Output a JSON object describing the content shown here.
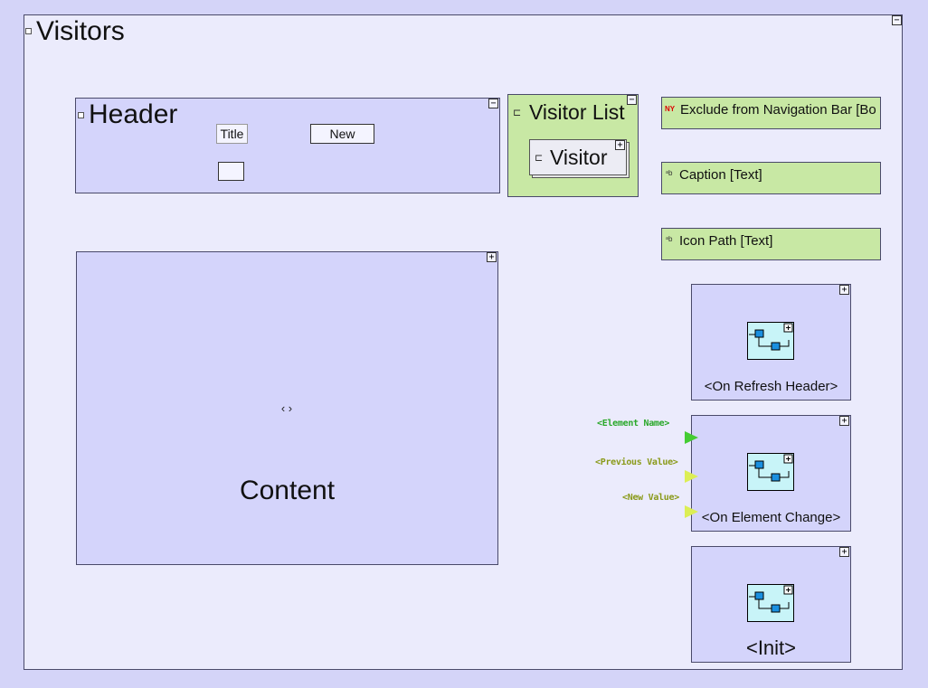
{
  "visitors": {
    "title": "Visitors",
    "collapse": "−"
  },
  "header": {
    "title": "Header",
    "collapse": "−",
    "title_button": "Title",
    "new_button": "New"
  },
  "visitor_list": {
    "title": "Visitor List",
    "collapse": "−",
    "item": {
      "title": "Visitor",
      "expand": "+"
    }
  },
  "attributes": [
    {
      "label": "Exclude from Navigation Bar [Bo",
      "icon": "NY"
    },
    {
      "label": "Caption [Text]",
      "icon": "ᵃb"
    },
    {
      "label": "Icon Path [Text]",
      "icon": "ᵃb"
    }
  ],
  "content": {
    "label": "Content",
    "placeholder": "‹ ›",
    "expand": "+"
  },
  "actions": [
    {
      "label": "<On Refresh Header>",
      "expand": "+",
      "icon": "flowchart-icon"
    },
    {
      "label": "<On Element Change>",
      "expand": "+",
      "icon": "flowchart-icon"
    },
    {
      "label": "<Init>",
      "expand": "+",
      "icon": "flowchart-icon"
    }
  ],
  "params": [
    {
      "label": "<Element Name>",
      "color": "#2aa82a"
    },
    {
      "label": "<Previous Value>",
      "color": "#8a9a1a"
    },
    {
      "label": "<New Value>",
      "color": "#8a9a1a"
    }
  ],
  "colors": {
    "background": "#d4d4f8",
    "panel": "#d4d4fb",
    "green": "#c8e8a4",
    "tri_green": "#44cc33",
    "tri_yellow": "#dcee55"
  }
}
